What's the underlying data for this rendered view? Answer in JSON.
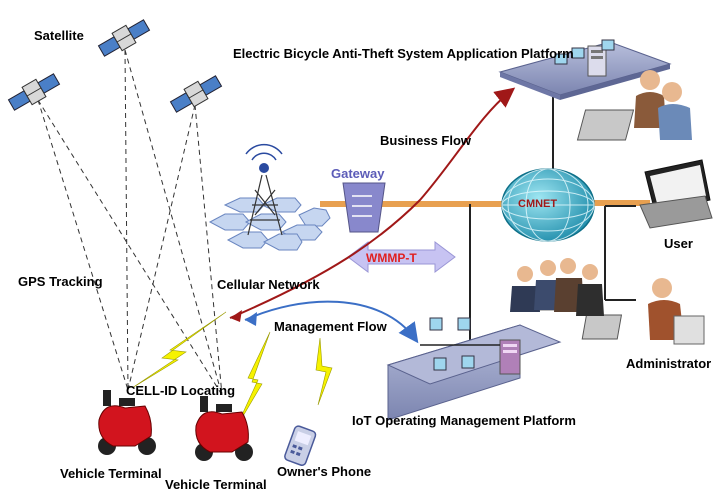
{
  "labels": {
    "satellite": "Satellite",
    "gps_tracking": "GPS Tracking",
    "cellular_network": "Cellular Network",
    "cell_id_locating": "CELL-ID Locating",
    "vehicle_terminal_1": "Vehicle Terminal",
    "vehicle_terminal_2": "Vehicle Terminal",
    "owners_phone": "Owner's Phone",
    "management_flow": "Management Flow",
    "business_flow": "Business Flow",
    "gateway": "Gateway",
    "wmmp": "WMMP-T",
    "cmnet": "CMNET",
    "app_platform": "Electric Bicycle Anti-Theft System Application Platform",
    "iot_platform": "IoT Operating Management Platform",
    "user": "User",
    "administrator": "Administrator"
  },
  "colors": {
    "backbone": "#e8a050",
    "business_arrow": "#a01818",
    "management_arrow": "#3b6fc6",
    "lightning": "#f6f200",
    "globe": "#2aa0b8",
    "gateway": "#8888cc",
    "wmmp": "#c7c3f2",
    "platform": "#9aa3c8",
    "scooter": "#d2141e"
  },
  "icons": [
    "satellite-icon",
    "cell-tower-icon",
    "gateway-icon",
    "globe-icon",
    "scooter-icon",
    "phone-icon",
    "laptop-icon",
    "server-icon",
    "person-icon",
    "lightning-icon"
  ]
}
